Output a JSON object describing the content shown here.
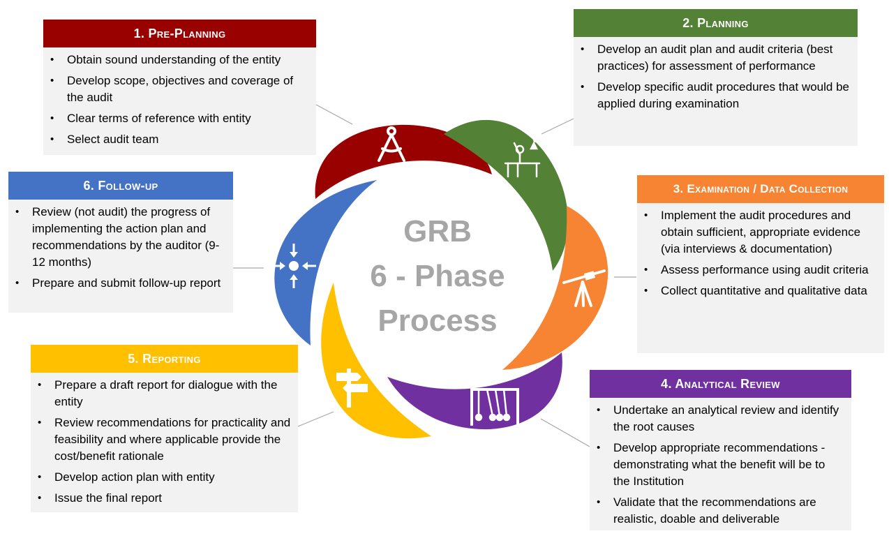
{
  "center": {
    "line1": "GRB",
    "line2": "6 - Phase",
    "line3": "Process"
  },
  "colors": {
    "pre_planning": "#990000",
    "planning": "#538135",
    "examination": "#f68432",
    "analytical": "#7030a0",
    "reporting": "#ffc000",
    "follow_up": "#4472c4",
    "center_text": "#a6a6a6"
  },
  "phases": {
    "pre_planning": {
      "title": "1. Pre-Planning",
      "icon": "compass-icon",
      "items": [
        "Obtain sound understanding of the entity",
        "Develop scope, objectives and coverage of the audit",
        "Clear terms of reference with entity",
        "Select audit team"
      ]
    },
    "planning": {
      "title": "2. Planning",
      "icon": "scientist-icon",
      "items": [
        "Develop an audit plan and audit criteria (best practices) for assessment of performance",
        "Develop specific audit procedures that would be applied during examination"
      ]
    },
    "examination": {
      "title": "3. Examination / Data Collection",
      "icon": "telescope-icon",
      "items": [
        "Implement the audit procedures and obtain sufficient, appropriate evidence (via interviews & documentation)",
        "Assess performance using audit criteria",
        "Collect quantitative and qualitative data"
      ]
    },
    "analytical": {
      "title": "4. Analytical Review",
      "icon": "newtons-cradle-icon",
      "items": [
        "Undertake an analytical review and identify the root causes",
        "Develop appropriate recommendations - demonstrating what the benefit will be to the Institution",
        "Validate that the recommendations are realistic, doable and deliverable"
      ]
    },
    "reporting": {
      "title": "5. Reporting",
      "icon": "signpost-icon",
      "items": [
        "Prepare a draft report for dialogue with the entity",
        "Review recommendations for practicality and feasibility and where applicable provide the cost/benefit rationale",
        "Develop action plan with entity",
        "Issue the final report"
      ]
    },
    "follow_up": {
      "title": "6. Follow-up",
      "icon": "converge-arrows-icon",
      "items": [
        "Review (not audit) the progress of implementing the action plan and recommendations by the auditor (9-12 months)",
        "Prepare and submit follow-up report"
      ]
    }
  }
}
